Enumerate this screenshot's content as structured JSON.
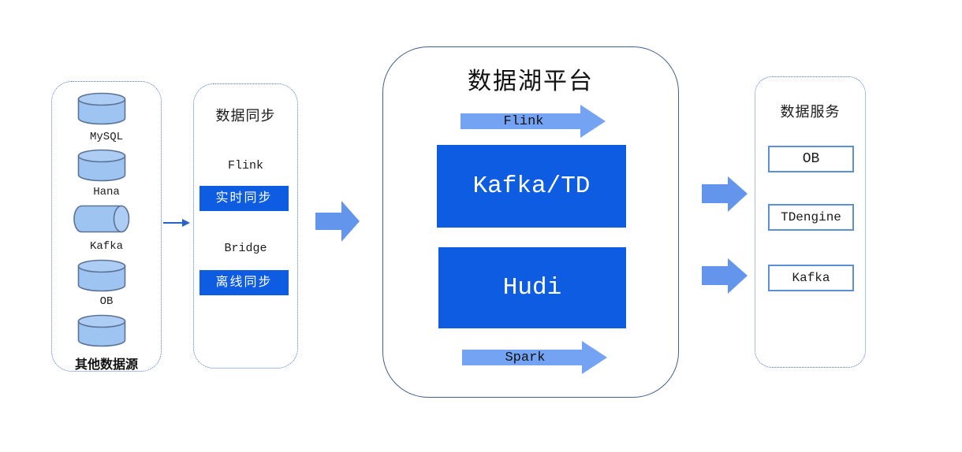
{
  "diagram": {
    "kind": "data-architecture-flow"
  },
  "sources_panel": {
    "items": [
      {
        "label": "MySQL",
        "icon": "database-cylinder"
      },
      {
        "label": "Hana",
        "icon": "database-cylinder"
      },
      {
        "label": "Kafka",
        "icon": "database-cylinder-horizontal"
      },
      {
        "label": "OB",
        "icon": "database-cylinder"
      },
      {
        "label": "其他数据源",
        "icon": "database-cylinder"
      }
    ]
  },
  "sync_panel": {
    "title": "数据同步",
    "realtime_engine": "Flink",
    "realtime_mode": "实时同步",
    "offline_engine": "Bridge",
    "offline_mode": "离线同步"
  },
  "platform": {
    "title": "数据湖平台",
    "ingest_arrow_label": "Flink",
    "storage_primary": "Kafka/TD",
    "storage_secondary": "Hudi",
    "process_arrow_label": "Spark"
  },
  "services_panel": {
    "title": "数据服务",
    "items": [
      {
        "label": "OB"
      },
      {
        "label": "TDengine"
      },
      {
        "label": "Kafka"
      }
    ]
  },
  "colors": {
    "storage_box_blue": "#0d5ce2",
    "block_arrow_blue": "#6495ed",
    "platform_arrow_blue": "#74a3f3",
    "cylinder_fill": "#9ec4f2",
    "cylinder_stroke": "#5d7396",
    "dotted_border_blue": "#4d7cc9",
    "platform_border": "#3f5f91",
    "service_box_border": "#5b8fd8",
    "thin_arrow_blue": "#2663cc"
  }
}
